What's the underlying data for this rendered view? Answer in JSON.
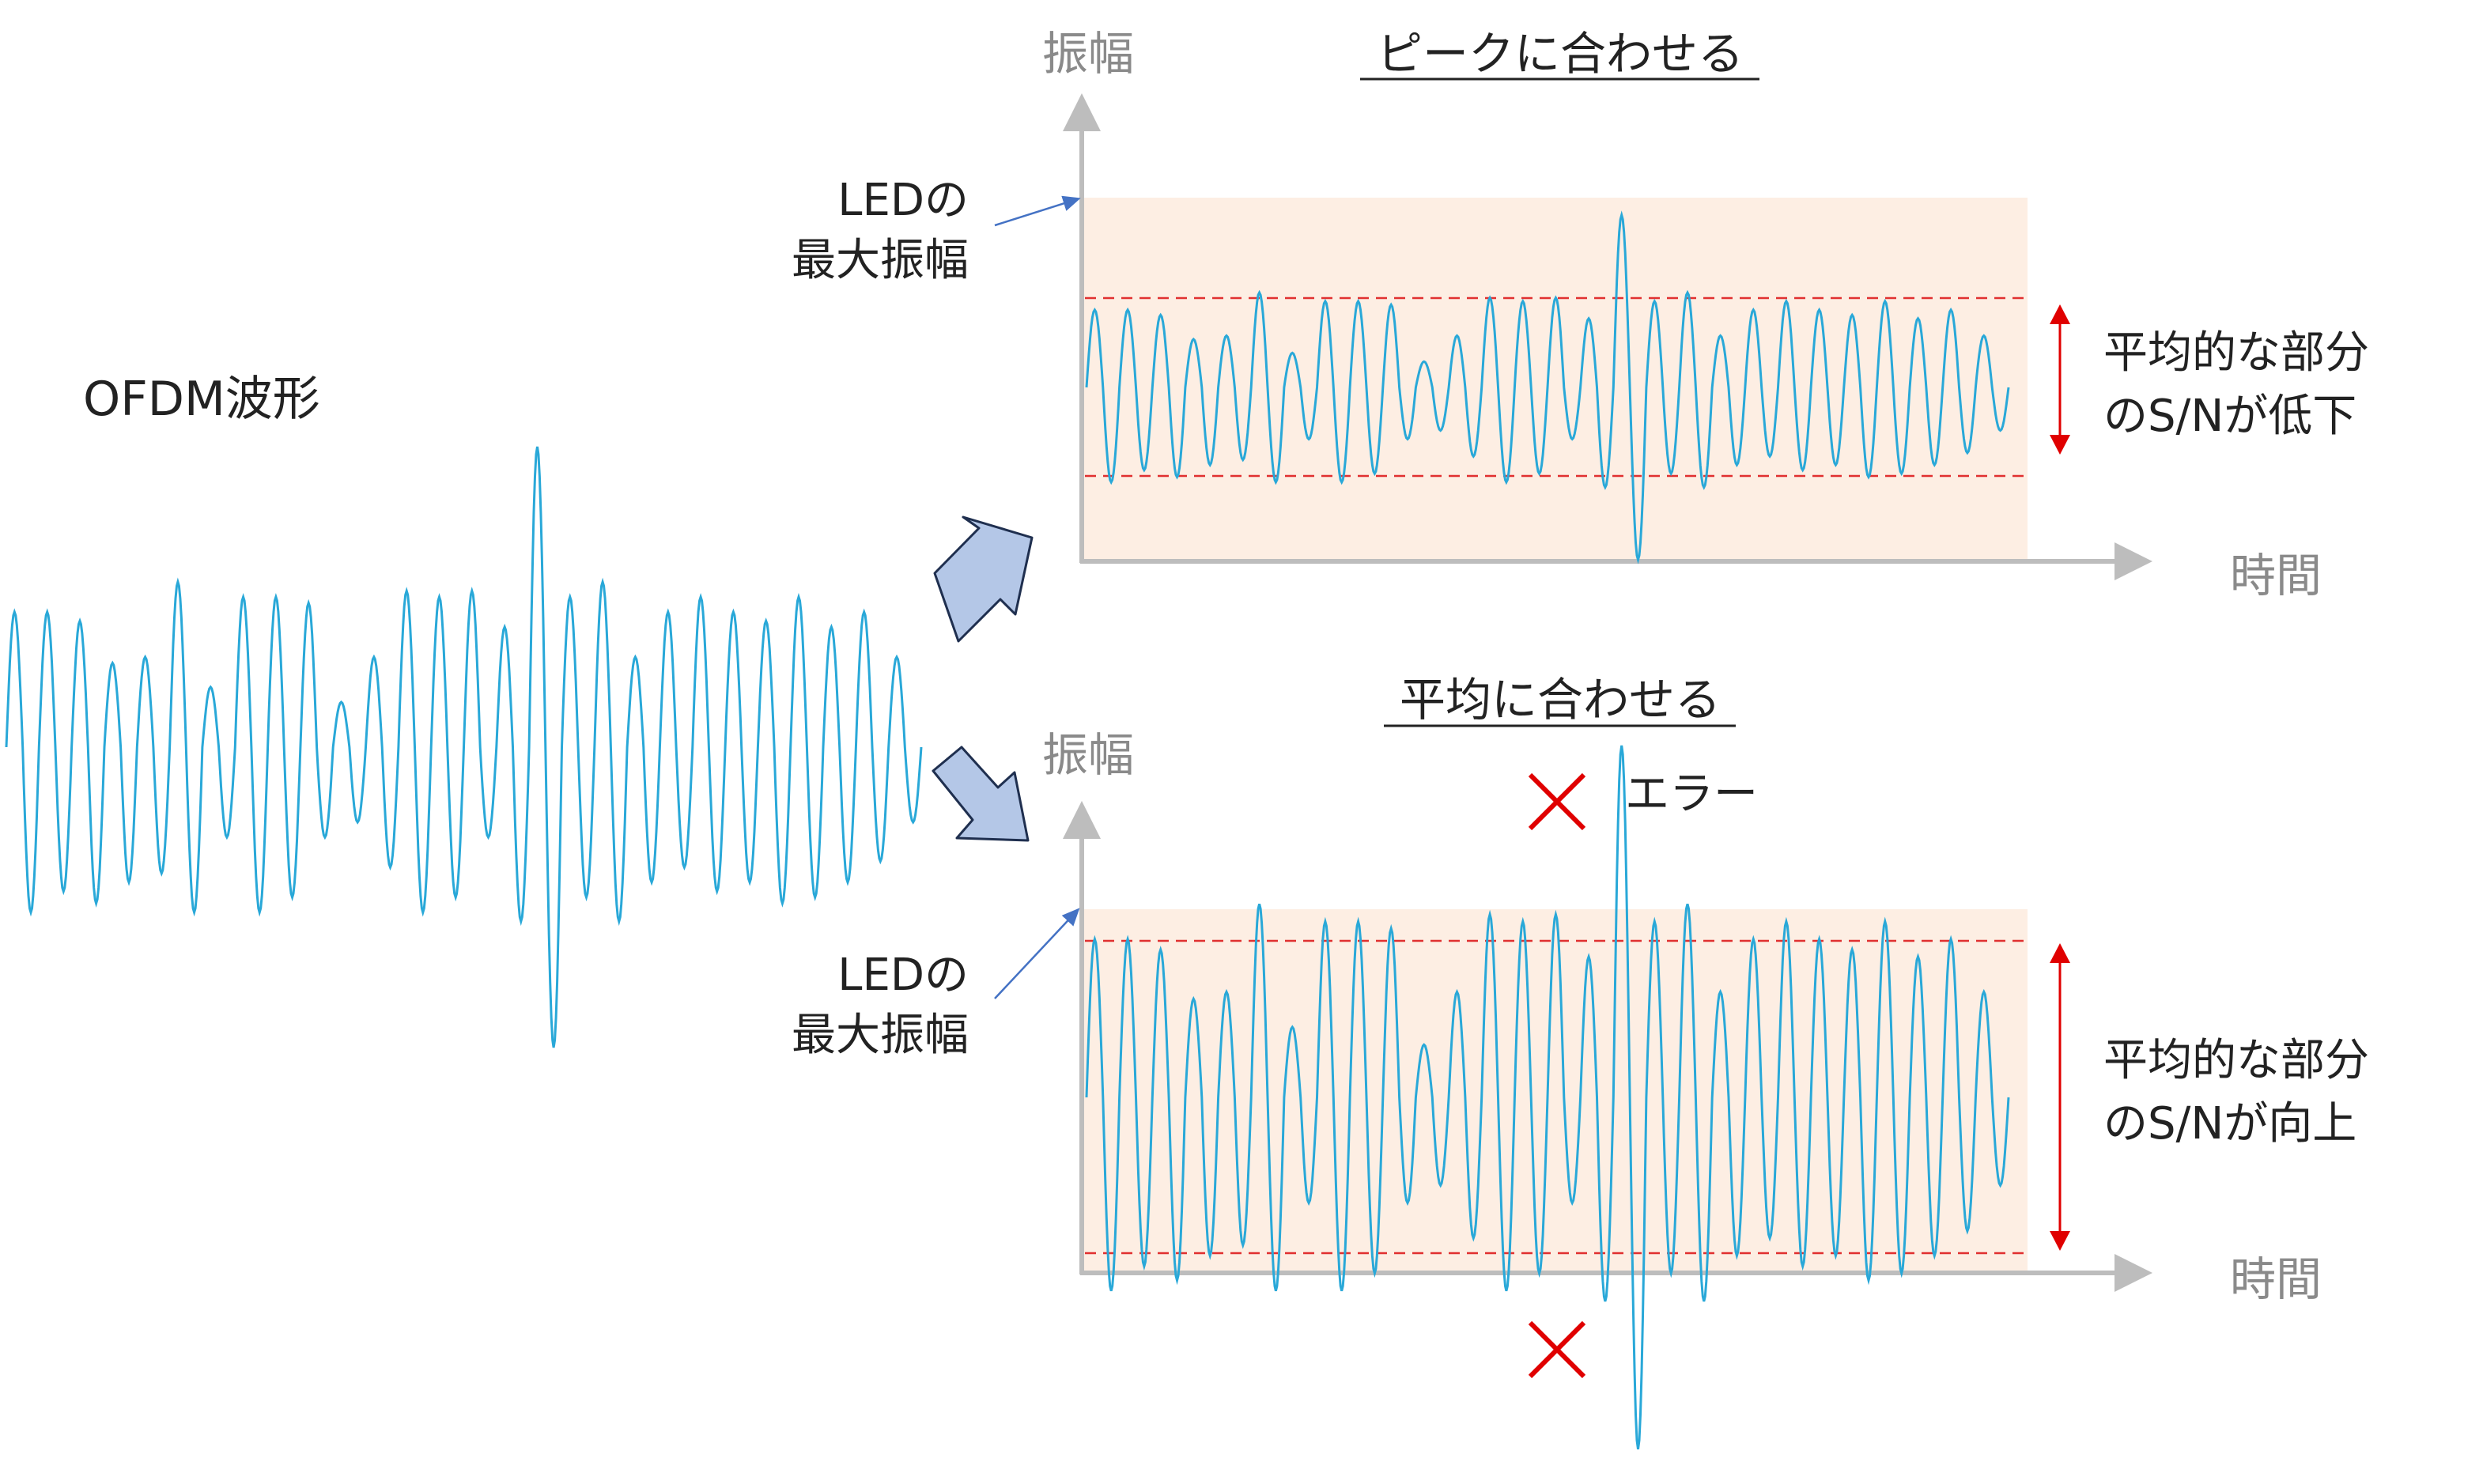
{
  "source_waveform": {
    "label": "OFDM波形"
  },
  "top_panel": {
    "title": "ピークに合わせる",
    "y_axis_label": "振幅",
    "x_axis_label": "時間",
    "led_label_line1": "LEDの",
    "led_label_line2": "最大振幅",
    "range_label_line1": "平均的な部分",
    "range_label_line2": "のS/Nが低下"
  },
  "bottom_panel": {
    "title": "平均に合わせる",
    "y_axis_label": "振幅",
    "x_axis_label": "時間",
    "led_label_line1": "LEDの",
    "led_label_line2": "最大振幅",
    "range_label_line1": "平均的な部分",
    "range_label_line2": "のS/Nが向上",
    "error_label": "エラー"
  },
  "colors": {
    "waveform": "#29a8d8",
    "led_range_fill": "#fdeee3",
    "limit_line": "#e03030",
    "range_arrow": "#e00000",
    "error_mark": "#e00000",
    "axis": "#bdbdbd",
    "block_arrow_fill": "#b4c7e7",
    "block_arrow_stroke": "#1f2f4f",
    "pointer_arrow": "#4472c4"
  }
}
